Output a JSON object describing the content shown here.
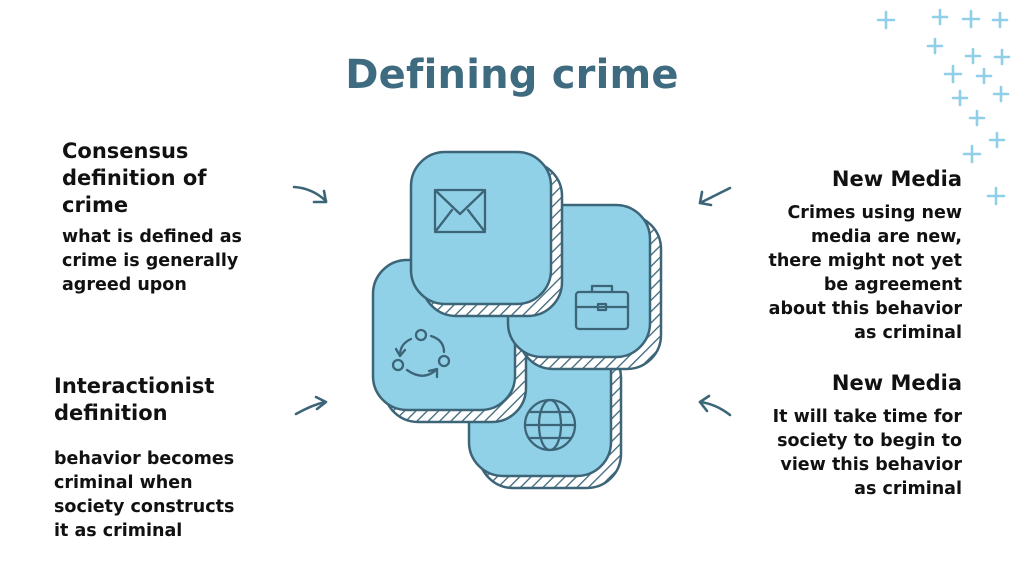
{
  "title": "Defining crime",
  "blocks": {
    "consensus": {
      "heading": [
        "Consensus",
        "definition of",
        "crime"
      ],
      "body": [
        "what is defined as",
        "crime is generally",
        "agreed upon"
      ]
    },
    "interactionist": {
      "heading": [
        "Interactionist",
        "definition"
      ],
      "body": [
        "behavior becomes",
        "criminal when",
        "society constructs",
        "it as criminal"
      ]
    },
    "new_media_1": {
      "heading": [
        "New Media"
      ],
      "body": [
        "Crimes using new",
        "media are new,",
        "there might not yet",
        "be agreement",
        "about this behavior",
        "as criminal"
      ]
    },
    "new_media_2": {
      "heading": [
        "New Media"
      ],
      "body": [
        "It will take time for",
        "society to begin to",
        "view this behavior",
        "as criminal"
      ]
    }
  },
  "icons": [
    "envelope-icon",
    "briefcase-icon",
    "cycle-icon",
    "globe-icon"
  ],
  "colors": {
    "title": "#3f6b80",
    "tile_fill": "#91d1e8",
    "stroke": "#3c6578",
    "plus": "#8fcfe8",
    "text": "#111111"
  }
}
